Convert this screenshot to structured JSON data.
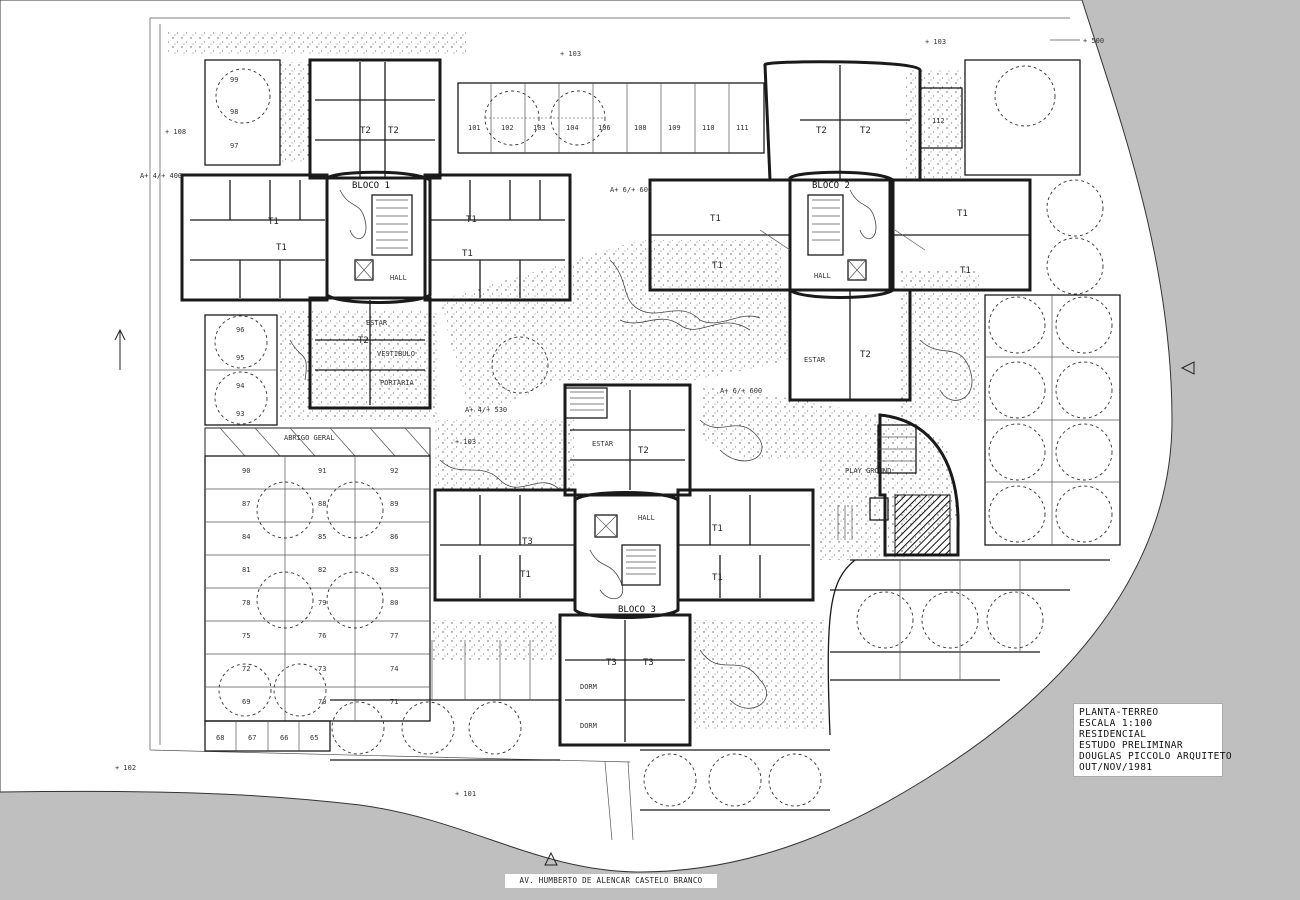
{
  "title_block": {
    "line1": "PLANTA-TERREO",
    "line2": "ESCALA 1:100",
    "line3": "RESIDENCIAL",
    "line4": "ESTUDO PRELIMINAR",
    "line5": "DOUGLAS PICCOLO ARQUITETO",
    "line6": "OUT/NOV/1981"
  },
  "street_label": "AV. HUMBERTO DE ALENCAR CASTELO BRANCO",
  "blocks": {
    "b1": "BLOCO 1",
    "b2": "BLOCO 2",
    "b3": "BLOCO 3"
  },
  "rooms": {
    "t1": "T1",
    "t2": "T2",
    "t3": "T3",
    "hall": "HALL",
    "estar": "ESTAR",
    "dorm": "DORM",
    "vestibulo": "VESTIBULO",
    "portaria": "PORTARIA",
    "abrigo": "ABRIGO GERAL",
    "playground": "PLAY GROUND"
  },
  "levels": {
    "l600": "A+ 6/+ 600",
    "l400": "A+ 4/+ 400",
    "l530": "A+ 4/+ 530",
    "l103": "+ 103",
    "l108": "+ 108",
    "l102": "+ 102",
    "l101": "+ 101",
    "l500": "+ 500"
  },
  "parking": {
    "top": [
      "101",
      "102",
      "103",
      "104",
      "106",
      "108",
      "109",
      "110",
      "111"
    ],
    "right": "112",
    "left_top": [
      "99",
      "98",
      "97"
    ],
    "left_mid": [
      "96",
      "95",
      "94",
      "93"
    ],
    "grid_row1": [
      "90",
      "91",
      "92"
    ],
    "grid_row2": [
      "87",
      "88",
      "89"
    ],
    "grid_row3": [
      "84",
      "85",
      "86"
    ],
    "grid_row4": [
      "81",
      "82",
      "83"
    ],
    "grid_row5": [
      "78",
      "79",
      "80"
    ],
    "grid_row6": [
      "75",
      "76",
      "77"
    ],
    "grid_row7": [
      "72",
      "73",
      "74"
    ],
    "grid_row8": [
      "69",
      "70",
      "71"
    ],
    "bottom": [
      "68",
      "67",
      "66",
      "65"
    ]
  }
}
